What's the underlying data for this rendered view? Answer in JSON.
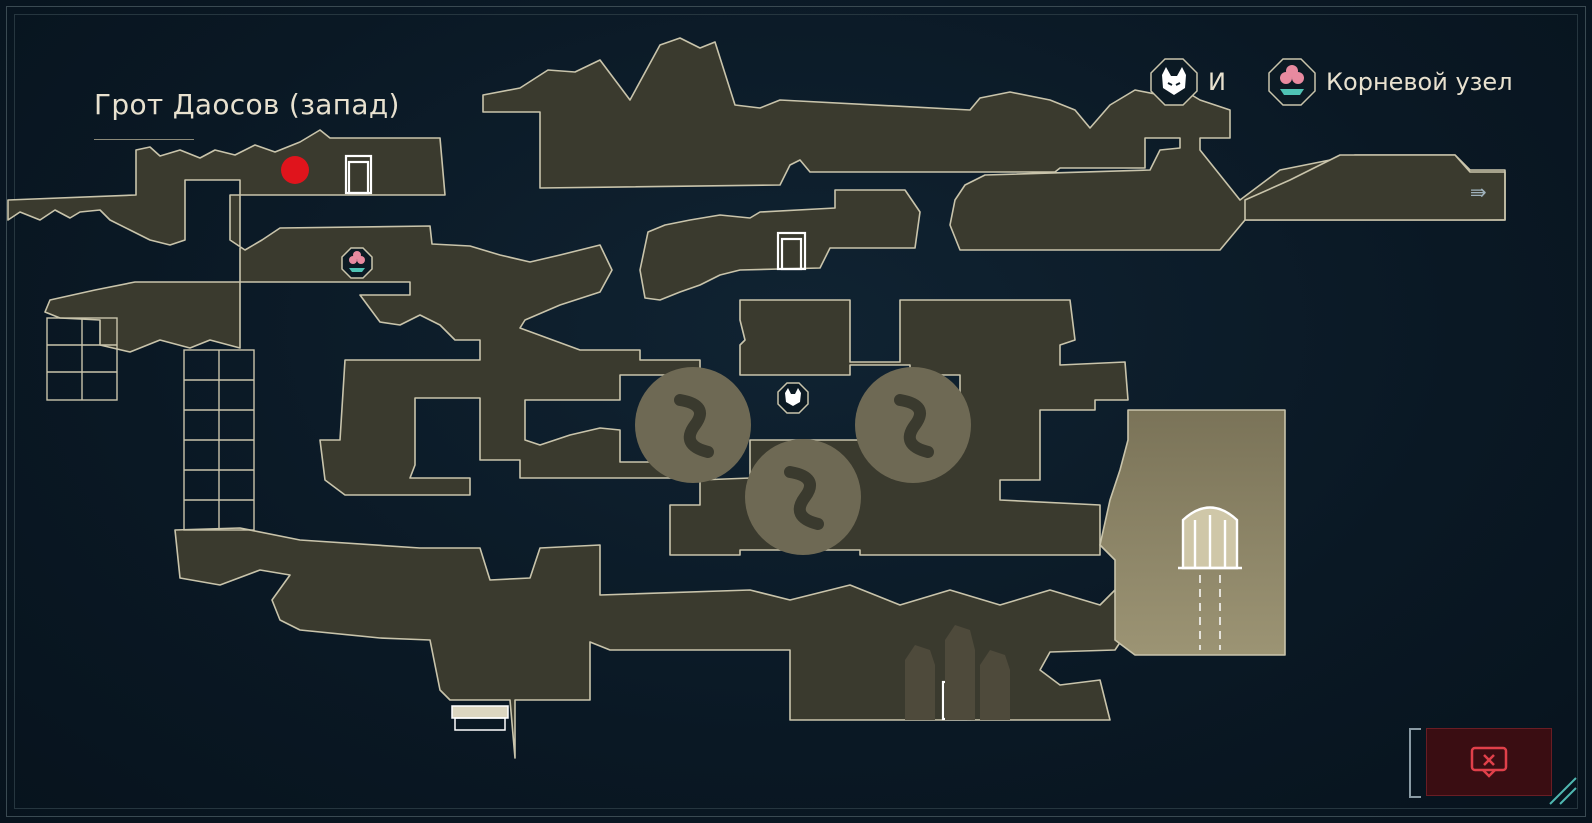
{
  "map": {
    "area_title": "Грот Даосов (запад)"
  },
  "legend": [
    {
      "label": "И",
      "icon": "fox-mask-icon"
    },
    {
      "label": "Корневой узел",
      "icon": "root-node-icon"
    }
  ],
  "markers": {
    "player": "fox-mask-icon",
    "root_node": "root-node-icon",
    "exit_arrow": "⇛",
    "custom_marker_color": "#e0141c"
  },
  "controls": {
    "close_map_icon": "close-map-icon"
  },
  "colors": {
    "background": "#0b1a26",
    "room_fill": "#3a3a2e",
    "room_outline": "#c9c4ab",
    "accent_red": "#3a0d12"
  }
}
